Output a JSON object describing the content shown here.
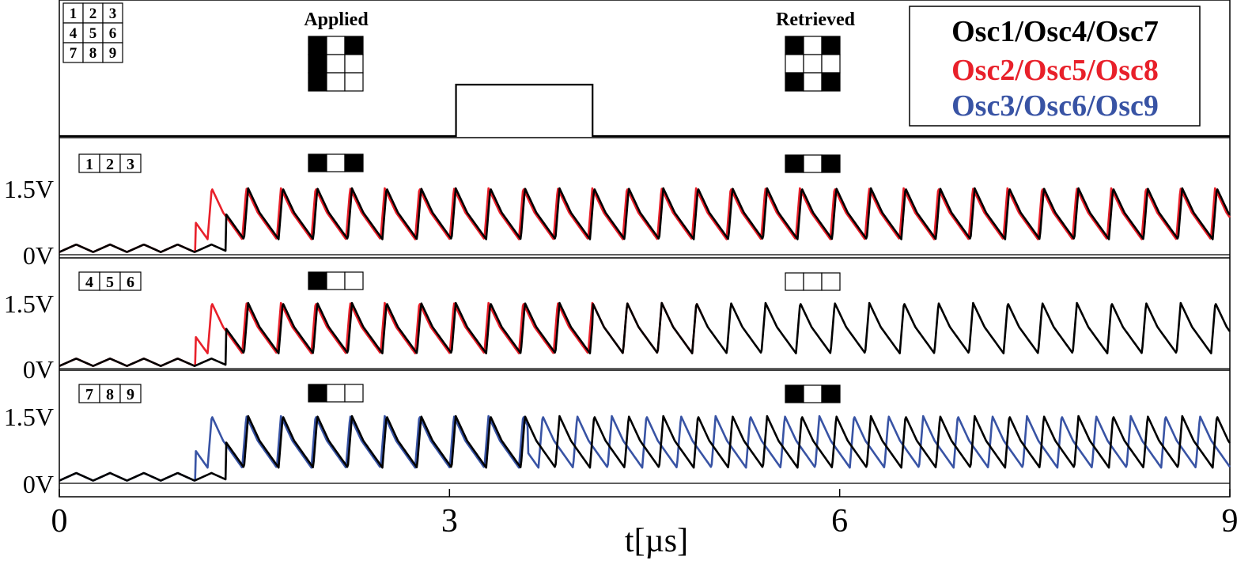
{
  "chart_data": {
    "type": "line",
    "x_axis": {
      "label": "t[µs]",
      "range": [
        0,
        9
      ],
      "ticks": [
        0,
        3,
        6,
        9
      ],
      "tick_labels": [
        "0",
        "3",
        "6",
        "9"
      ]
    },
    "grid_key": {
      "rows": [
        [
          "1",
          "2",
          "3"
        ],
        [
          "4",
          "5",
          "6"
        ],
        [
          "7",
          "8",
          "9"
        ]
      ]
    },
    "patterns": {
      "applied": {
        "title": "Applied",
        "cells": [
          1,
          0,
          1,
          1,
          0,
          0,
          1,
          0,
          0
        ]
      },
      "retrieved": {
        "title": "Retrieved",
        "cells": [
          1,
          0,
          1,
          0,
          0,
          0,
          1,
          0,
          1
        ]
      }
    },
    "input_pulse": {
      "start": 3.05,
      "end": 4.1,
      "level": "high"
    },
    "legend": {
      "placement": "top-right",
      "entries": [
        {
          "label": "Osc1/Osc4/Osc7",
          "color": "#000000"
        },
        {
          "label": "Osc2/Osc5/Osc8",
          "color": "#e8202a"
        },
        {
          "label": "Osc3/Osc6/Osc9",
          "color": "#3853a4"
        }
      ]
    },
    "panels": [
      {
        "row_label": [
          "1",
          "2",
          "3"
        ],
        "y_ticks": [
          0,
          1.5
        ],
        "y_tick_labels": [
          "0V",
          "1.5V"
        ],
        "applied_row": [
          1,
          0,
          1
        ],
        "retrieved_row": [
          1,
          0,
          1
        ],
        "series": [
          {
            "color": "#000000",
            "period": 0.266,
            "phase": 1.42,
            "start": 1.28,
            "locked_from": null
          },
          {
            "color": "#e8202a",
            "period": 0.266,
            "phase": 1.14,
            "start": 1.05,
            "locked_from": null
          }
        ]
      },
      {
        "row_label": [
          "4",
          "5",
          "6"
        ],
        "y_ticks": [
          0,
          1.5
        ],
        "y_tick_labels": [
          "0V",
          "1.5V"
        ],
        "applied_row": [
          1,
          0,
          0
        ],
        "retrieved_row": [
          0,
          0,
          0
        ],
        "series": [
          {
            "color": "#000000",
            "period": 0.266,
            "phase": 1.42,
            "start": 1.28,
            "locked_from": null,
            "shift_after": 4.1,
            "new_phase": 4.6
          },
          {
            "color": "#e8202a",
            "period": 0.266,
            "phase": 1.14,
            "start": 1.05,
            "locked_from": 4.1
          }
        ]
      },
      {
        "row_label": [
          "7",
          "8",
          "9"
        ],
        "y_ticks": [
          0,
          1.5
        ],
        "y_tick_labels": [
          "0V",
          "1.5V"
        ],
        "applied_row": [
          1,
          0,
          0
        ],
        "retrieved_row": [
          1,
          0,
          1
        ],
        "series": [
          {
            "color": "#000000",
            "period": 0.266,
            "phase": 1.42,
            "start": 1.28,
            "locked_from": null
          },
          {
            "color": "#3853a4",
            "period": 0.266,
            "phase": 1.14,
            "start": 1.05,
            "locked_from": null,
            "shift_after": 3.6,
            "new_phase": 3.95
          }
        ]
      }
    ]
  }
}
